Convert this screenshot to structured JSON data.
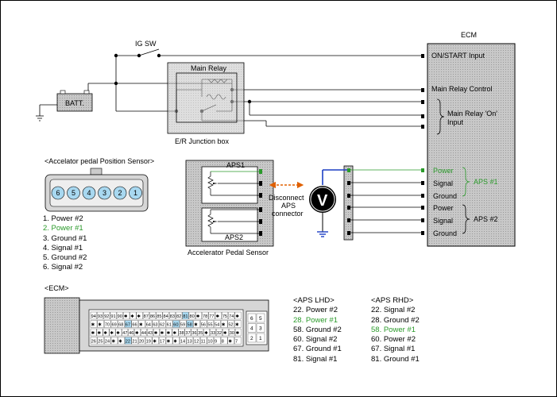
{
  "labels": {
    "ig_sw": "IG SW",
    "batt": "BATT.",
    "main_relay": "Main Relay",
    "junction_box": "E/R Junction box",
    "ecm": "ECM",
    "aps1": "APS1",
    "aps2": "APS2",
    "disconnect": [
      "Disconnect",
      "APS",
      "connector"
    ],
    "voltmeter": "V",
    "accel_pedal_sensor": "Accelerator Pedal Sensor",
    "aps_section_title": "<Accelator pedal Position Sensor>",
    "ecm_section_title": "<ECM>"
  },
  "ecm_inputs": {
    "on_start": "ON/START Input",
    "main_relay_control": "Main Relay Control",
    "main_relay_on": [
      "Main Relay 'On'",
      "Input"
    ]
  },
  "ecm_aps_pins": {
    "aps1": [
      "Power",
      "Signal",
      "Ground"
    ],
    "aps2": [
      "Power",
      "Signal",
      "Ground"
    ],
    "aps1_group": "APS #1",
    "aps2_group": "APS #2"
  },
  "sensor_connector_pins": [
    "6",
    "5",
    "4",
    "3",
    "2",
    "1"
  ],
  "sensor_pin_list": [
    {
      "text": "1. Power #2",
      "highlight": false
    },
    {
      "text": "2. Power #1",
      "highlight": true
    },
    {
      "text": "3. Ground #1",
      "highlight": false
    },
    {
      "text": "4. Signal #1",
      "highlight": false
    },
    {
      "text": "5. Ground #2",
      "highlight": false
    },
    {
      "text": "6. Signal #2",
      "highlight": false
    }
  ],
  "ecm_connector": {
    "row1": [
      "94",
      "93",
      "92",
      "91",
      "90",
      "✱",
      "✱",
      "✱",
      "87",
      "86",
      "85",
      "84",
      "83",
      "82",
      "81",
      "80",
      "✱",
      "78",
      "77",
      "✱",
      "75",
      "74",
      "✱"
    ],
    "row2": [
      "✱",
      "✱",
      "70",
      "69",
      "68",
      "67",
      "66",
      "✱",
      "64",
      "63",
      "62",
      "61",
      "60",
      "59",
      "58",
      "✱",
      "56",
      "55",
      "54",
      "✱",
      "52",
      "✱"
    ],
    "row3": [
      "✱",
      "✱",
      "✱",
      "✱",
      "✱",
      "47",
      "46",
      "✱",
      "44",
      "43",
      "✱",
      "✱",
      "✱",
      "✱",
      "38",
      "37",
      "36",
      "35",
      "✱",
      "33",
      "32",
      "✱",
      "30",
      "✱"
    ],
    "row4": [
      "26",
      "25",
      "24",
      "✱",
      "✱",
      "22",
      "21",
      "20",
      "19",
      "✱",
      "17",
      "✱",
      "✱",
      "14",
      "13",
      "12",
      "11",
      "10",
      "9",
      "8",
      "✱",
      "7"
    ],
    "side": [
      "6",
      "5",
      "4",
      "3",
      "2",
      "1"
    ]
  },
  "aps_lhd": {
    "title": "<APS LHD>",
    "items": [
      {
        "text": "22. Power #2",
        "highlight": false
      },
      {
        "text": "28. Power #1",
        "highlight": true
      },
      {
        "text": "58. Ground #2",
        "highlight": false
      },
      {
        "text": "60. Signal #2",
        "highlight": false
      },
      {
        "text": "67. Ground #1",
        "highlight": false
      },
      {
        "text": "81. Signal #1",
        "highlight": false
      }
    ]
  },
  "aps_rhd": {
    "title": "<APS RHD>",
    "items": [
      {
        "text": "22. Signal #2",
        "highlight": false
      },
      {
        "text": "28. Ground #2",
        "highlight": false
      },
      {
        "text": "58. Power #1",
        "highlight": true
      },
      {
        "text": "60. Power #2",
        "highlight": false
      },
      {
        "text": "67. Signal #1",
        "highlight": false
      },
      {
        "text": "81. Ground #1",
        "highlight": false
      }
    ]
  },
  "colors": {
    "highlight_green": "#2a9a2a",
    "arrow_orange": "#e06000",
    "probe_blue": "#1c3fc4",
    "pin_blue": "#a8d8f0",
    "box_gray": "#d6d6d6"
  }
}
